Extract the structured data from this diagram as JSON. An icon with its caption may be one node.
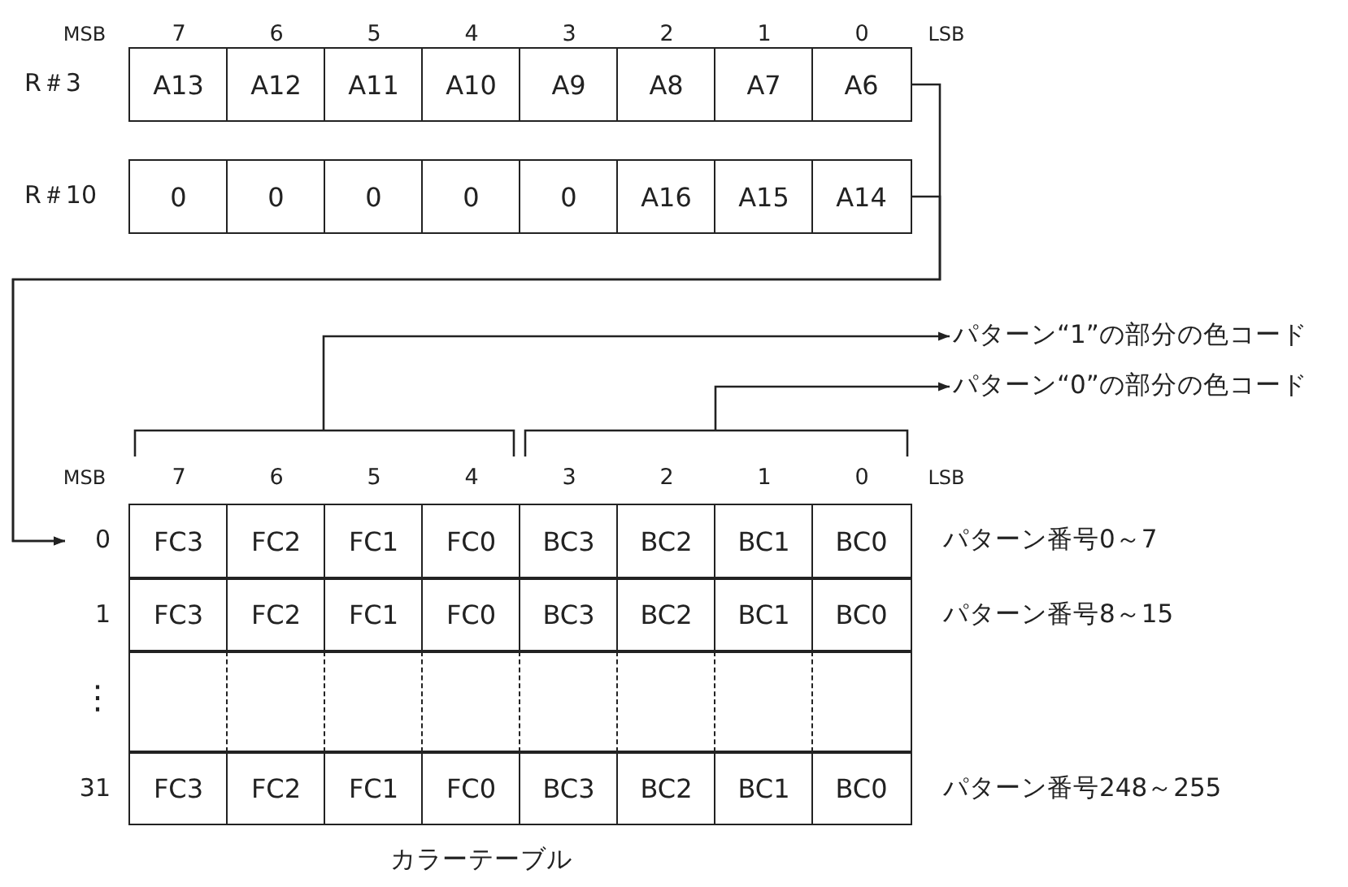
{
  "diagram": {
    "nodes": [
      {
        "text": [
          "R＃3"
        ]
      },
      {
        "text": [
          "A13"
        ],
        "in": 0
      },
      {
        "text": [
          "A12"
        ],
        "in": 0
      },
      {
        "text": [
          "A11"
        ],
        "in": 0
      },
      {
        "text": [
          "A10"
        ],
        "in": 0
      },
      {
        "text": [
          "A9"
        ],
        "in": 0
      },
      {
        "text": [
          "A8"
        ],
        "in": 0
      },
      {
        "text": [
          "A7"
        ],
        "in": 0
      },
      {
        "text": [
          "A6"
        ],
        "in": 0
      },
      {
        "text": [
          "R＃10"
        ]
      },
      {
        "text": [
          "0"
        ],
        "in": 9
      },
      {
        "text": [
          "0"
        ],
        "in": 9
      },
      {
        "text": [
          "0"
        ],
        "in": 9
      },
      {
        "text": [
          "0"
        ],
        "in": 9
      },
      {
        "text": [
          "0"
        ],
        "in": 9
      },
      {
        "text": [
          "A16"
        ],
        "in": 9
      },
      {
        "text": [
          "A15"
        ],
        "in": 9
      },
      {
        "text": [
          "A14"
        ],
        "in": 9
      },
      {
        "text": [
          "カラーテーブル"
        ]
      },
      {
        "text": [
          "0"
        ],
        "in": 18,
        "beside": [
          "パターン番号0～7"
        ]
      },
      {
        "text": [
          "FC3"
        ],
        "in": 19
      },
      {
        "text": [
          "FC2"
        ],
        "in": 19
      },
      {
        "text": [
          "FC1"
        ],
        "in": 19
      },
      {
        "text": [
          "FC0"
        ],
        "in": 19
      },
      {
        "text": [
          "BC3"
        ],
        "in": 19
      },
      {
        "text": [
          "BC2"
        ],
        "in": 19
      },
      {
        "text": [
          "BC1"
        ],
        "in": 19
      },
      {
        "text": [
          "BC0"
        ],
        "in": 19
      },
      {
        "text": [
          "1"
        ],
        "in": 18,
        "beside": [
          "パターン番号8～15"
        ]
      },
      {
        "text": [
          "FC3"
        ],
        "in": 28
      },
      {
        "text": [
          "FC2"
        ],
        "in": 28
      },
      {
        "text": [
          "FC1"
        ],
        "in": 28
      },
      {
        "text": [
          "FC0"
        ],
        "in": 28
      },
      {
        "text": [
          "BC3"
        ],
        "in": 28
      },
      {
        "text": [
          "BC2"
        ],
        "in": 28
      },
      {
        "text": [
          "BC1"
        ],
        "in": 28
      },
      {
        "text": [
          "BC0"
        ],
        "in": 28
      },
      {
        "text": [
          "⋮"
        ],
        "in": 18
      },
      {
        "text": [],
        "shape": "box",
        "in": 37
      },
      {
        "text": [],
        "shape": "box",
        "in": 37
      },
      {
        "text": [],
        "shape": "box",
        "in": 37
      },
      {
        "text": [],
        "shape": "box",
        "in": 37
      },
      {
        "text": [],
        "shape": "box",
        "in": 37
      },
      {
        "text": [],
        "shape": "box",
        "in": 37
      },
      {
        "text": [],
        "shape": "box",
        "in": 37
      },
      {
        "text": [],
        "shape": "box",
        "in": 37
      },
      {
        "text": [
          "31"
        ],
        "in": 18,
        "beside": [
          "パターン番号248～255"
        ]
      },
      {
        "text": [
          "FC3"
        ],
        "in": 46
      },
      {
        "text": [
          "FC2"
        ],
        "in": 46
      },
      {
        "text": [
          "FC1"
        ],
        "in": 46
      },
      {
        "text": [
          "FC0"
        ],
        "in": 46
      },
      {
        "text": [
          "BC3"
        ],
        "in": 46
      },
      {
        "text": [
          "BC2"
        ],
        "in": 46
      },
      {
        "text": [
          "BC1"
        ],
        "in": 46
      },
      {
        "text": [
          "BC0"
        ],
        "in": 46
      },
      {
        "text": [
          "パターン“1”の部分の色コード"
        ]
      },
      {
        "text": [
          "パターン“0”の部分の色コード"
        ]
      },
      {
        "text": [],
        "shape": "bracket"
      },
      {
        "text": [],
        "shape": "bracket"
      }
    ],
    "edges": [
      {
        "from": 0,
        "to": 19,
        "arrow": "to"
      },
      {
        "from": 9,
        "to": 19,
        "arrow": "to"
      },
      {
        "from": 57,
        "to": 55,
        "arrow": "to"
      },
      {
        "from": 58,
        "to": 56,
        "arrow": "to"
      }
    ],
    "labels": [
      "MSB",
      "7",
      "6",
      "5",
      "4",
      "3",
      "2",
      "1",
      "0",
      "LSB",
      "MSB",
      "7",
      "6",
      "5",
      "4",
      "3",
      "2",
      "1",
      "0",
      "LSB"
    ]
  }
}
